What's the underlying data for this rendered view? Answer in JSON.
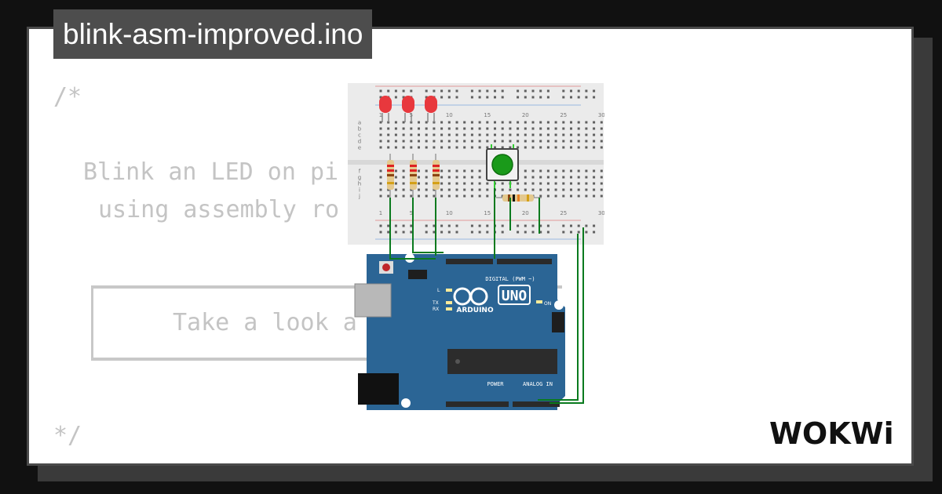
{
  "file_name": "blink-asm-improved.ino",
  "code": {
    "comment_open": "/*",
    "line1": "Blink an LED on pi",
    "line2": "using assembly ro",
    "box_text": "Take a look a",
    "comment_close": "*/"
  },
  "breadboard": {
    "col_labels": [
      "1",
      "5",
      "10",
      "15",
      "20",
      "25",
      "30"
    ],
    "row_labels_top": [
      "a",
      "b",
      "c",
      "d",
      "e"
    ],
    "row_labels_bottom": [
      "f",
      "g",
      "h",
      "i",
      "j"
    ]
  },
  "arduino": {
    "model": "UNO",
    "brand": "ARDUINO",
    "digital_label": "DIGITAL (PWM ~)",
    "power_label": "POWER",
    "analog_label": "ANALOG IN",
    "on_label": "ON",
    "l_label": "L",
    "tx_label": "TX",
    "rx_label": "RX"
  },
  "logo_text": "WOKWi",
  "colors": {
    "board_blue": "#2b6595",
    "breadboard": "#ebebeb",
    "wire_green": "#0a7a1e",
    "led_red": "#e8383d",
    "button_green": "#1a9a1a"
  }
}
